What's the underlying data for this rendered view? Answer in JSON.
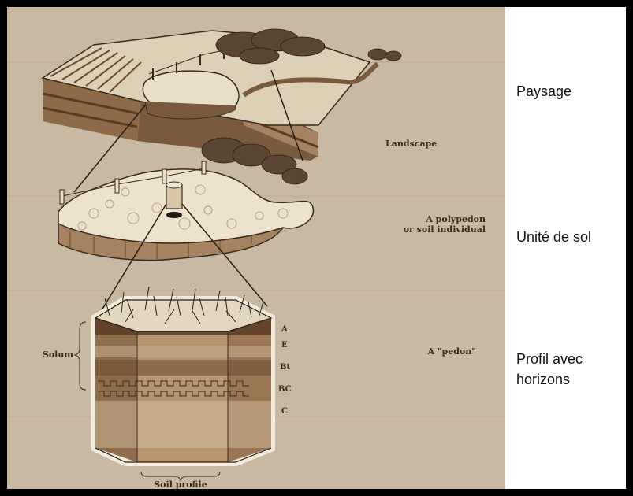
{
  "diagram": {
    "labels": {
      "landscape": "Landscape",
      "polypedon_line1": "A polypedon",
      "polypedon_line2": "or soil individual",
      "pedon": "A \"pedon\"",
      "solum": "Solum",
      "soil_profile": "Soil profile"
    },
    "horizons": [
      "A",
      "E",
      "Bt",
      "BC",
      "C"
    ]
  },
  "side_labels": {
    "paysage": "Paysage",
    "unite": "Unité de sol",
    "profil_line1": "Profil avec",
    "profil_line2": "horizons"
  },
  "colors": {
    "frame": "#000000",
    "plate_background": "#c9b9a3",
    "soil_dark": "#6b4a30",
    "soil_mid": "#a7865f",
    "soil_light": "#d9c6a6",
    "surface": "#eee4d1"
  }
}
